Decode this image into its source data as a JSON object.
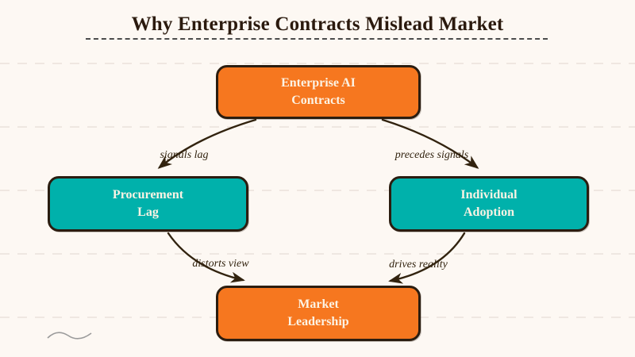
{
  "title": "Why Enterprise Contracts Mislead Market",
  "colors": {
    "background": "#FDF8F3",
    "ruling_lines": "#EFE7E1",
    "node_orange": "#F6771F",
    "node_teal": "#00B1AB",
    "node_border": "#2B1D10",
    "node_text": "#FCF3E4",
    "title_text": "#2B1A0E",
    "arrow": "#32230F",
    "edge_label_text": "#32230F"
  },
  "nodes": [
    {
      "id": "enterprise-ai-contracts",
      "line1": "Enterprise AI",
      "line2": "Contracts",
      "color": "orange"
    },
    {
      "id": "procurement-lag",
      "line1": "Procurement",
      "line2": "Lag",
      "color": "teal"
    },
    {
      "id": "individual-adoption",
      "line1": "Individual",
      "line2": "Adoption",
      "color": "teal"
    },
    {
      "id": "market-leadership",
      "line1": "Market",
      "line2": "Leadership",
      "color": "orange"
    }
  ],
  "edges": [
    {
      "from": "enterprise-ai-contracts",
      "to": "procurement-lag",
      "label": "signals lag"
    },
    {
      "from": "enterprise-ai-contracts",
      "to": "individual-adoption",
      "label": "precedes signals"
    },
    {
      "from": "procurement-lag",
      "to": "market-leadership",
      "label": "distorts view"
    },
    {
      "from": "individual-adoption",
      "to": "market-leadership",
      "label": "drives reality"
    }
  ]
}
